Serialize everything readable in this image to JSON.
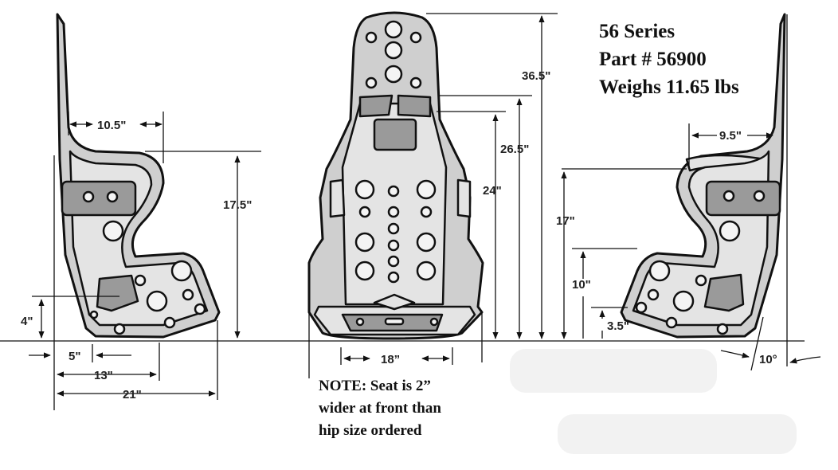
{
  "title": {
    "series": "56 Series",
    "part": "Part # 56900",
    "weight": "Weighs 11.65 lbs"
  },
  "note": {
    "line1": "NOTE:  Seat is 2”",
    "line2": "wider at front than",
    "line3": "hip size ordered"
  },
  "dimensions": {
    "left_side": {
      "top_width": "10.5\"",
      "height": "17.5\"",
      "bottom_offset": "4\"",
      "front_offset": "5\"",
      "mid_depth": "13\"",
      "full_depth": "21\""
    },
    "front": {
      "width": "18”",
      "overall_height": "36.5\"",
      "shoulder_height": "26.5\"",
      "harness_height": "24\""
    },
    "right_side": {
      "top_width": "9.5\"",
      "side_height": "17\"",
      "mid_height": "10\"",
      "base_height": "3.5\"",
      "angle": "10°"
    }
  }
}
